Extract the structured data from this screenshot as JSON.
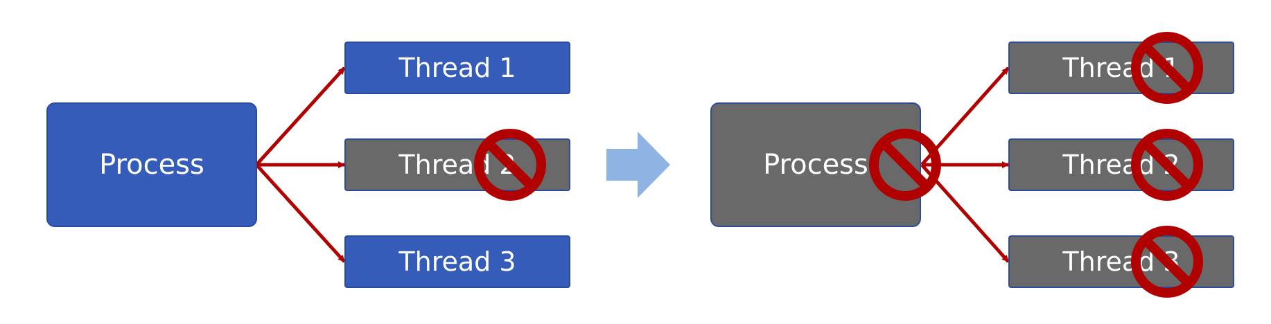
{
  "colors": {
    "active_fill": "#365cb9",
    "terminated_fill": "#696969",
    "arrow": "#b00000",
    "prohibition_sign": "#b00000",
    "transition_arrow": "#8fb3e2"
  },
  "left_diagram": {
    "process": {
      "label": "Process",
      "state": "running"
    },
    "threads": [
      {
        "label": "Thread 1",
        "state": "running",
        "prohibited": false
      },
      {
        "label": "Thread 2",
        "state": "terminated",
        "prohibited": true
      },
      {
        "label": "Thread 3",
        "state": "running",
        "prohibited": false
      }
    ]
  },
  "transition": {
    "icon": "right-arrow-icon"
  },
  "right_diagram": {
    "process": {
      "label": "Process",
      "state": "terminated",
      "prohibited": true
    },
    "threads": [
      {
        "label": "Thread 1",
        "state": "terminated",
        "prohibited": true
      },
      {
        "label": "Thread 2",
        "state": "terminated",
        "prohibited": true
      },
      {
        "label": "Thread 3",
        "state": "terminated",
        "prohibited": true
      }
    ]
  },
  "icons": {
    "prohibition": "prohibition-icon"
  }
}
